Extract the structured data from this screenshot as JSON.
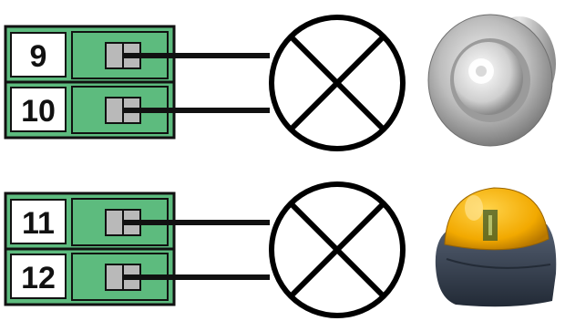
{
  "terminal_blocks": [
    {
      "terminals": [
        "9",
        "10"
      ],
      "lamp": "lamp-symbol",
      "photo": "recessed-led-light-photo"
    },
    {
      "terminals": [
        "11",
        "12"
      ],
      "lamp": "lamp-symbol",
      "photo": "amber-flashing-beacon-photo"
    }
  ],
  "colors": {
    "terminal_green": "#5dbb7e",
    "terminal_green_dark": "#2f8a4e",
    "screw_gray": "#b9b9b9",
    "wire": "#111111",
    "beacon_amber": "#f2a900",
    "beacon_base": "#3a4452"
  }
}
